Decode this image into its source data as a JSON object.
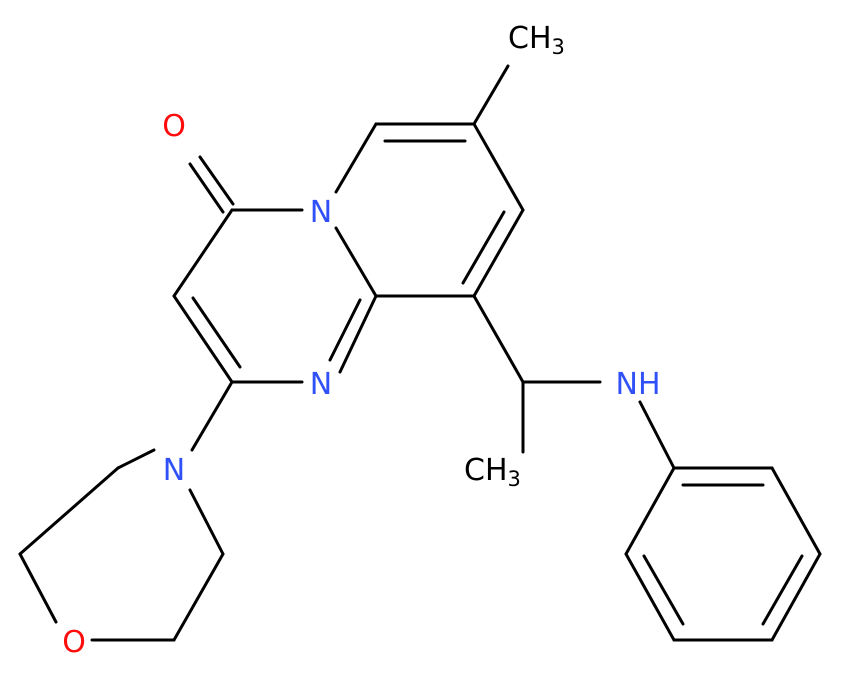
{
  "colors": {
    "bond": "#000000",
    "nitrogen": "#3050F8",
    "oxygen": "#FF0D0D",
    "carbon_label": "#000000"
  },
  "labels": {
    "carbonyl_oxygen": "O",
    "bridgehead_nitrogen": "N",
    "ring_nitrogen": "N",
    "morpholine_nitrogen": "N",
    "morpholine_oxygen": "O",
    "amine": "NH",
    "methyl_top_main": "CH",
    "methyl_top_sub": "3",
    "methyl_side_main": "CH",
    "methyl_side_sub": "3"
  }
}
